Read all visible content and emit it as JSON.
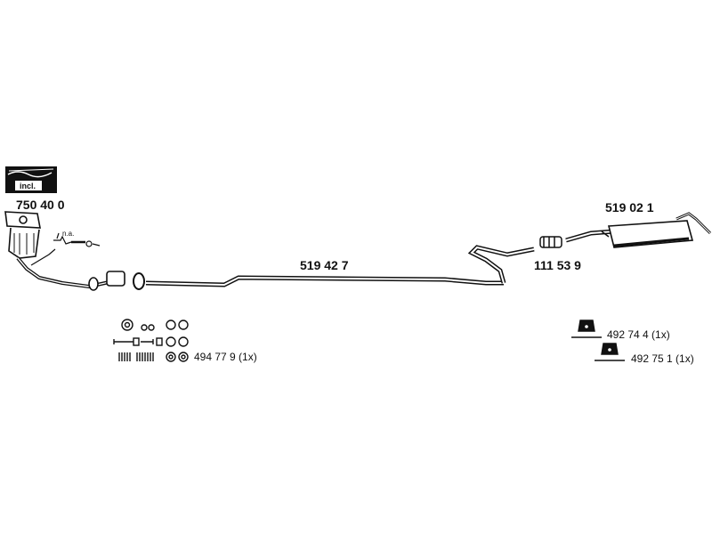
{
  "labels": {
    "kit_badge": "incl.",
    "catalyst": "750 40 0",
    "sensor_note": "n.a.",
    "center_pipe": "519 42 7",
    "clamp": "111 53 9",
    "rear_silencer": "519 02 1",
    "mounting_kit": "494 77 9 (1x)",
    "rubber_hanger_1": "492 74 4 (1x)",
    "rubber_hanger_2": "492 75 1 (1x)"
  },
  "colors": {
    "line": "#111111",
    "background": "#ffffff"
  }
}
